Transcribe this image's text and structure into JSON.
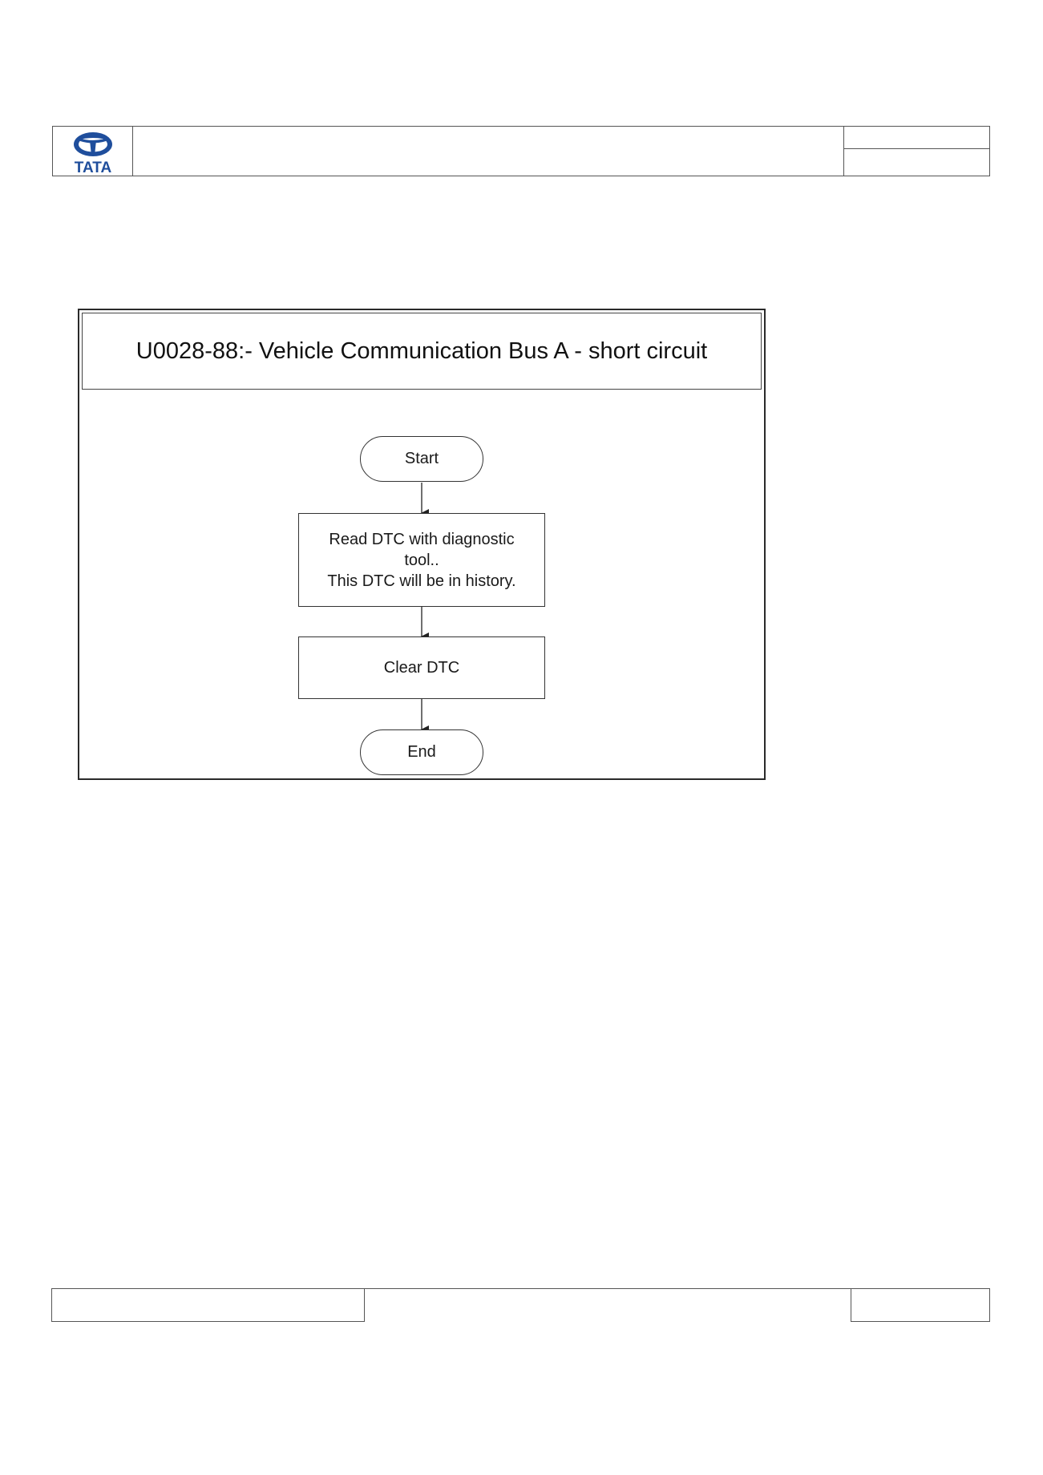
{
  "header": {
    "logo_text": "TATA"
  },
  "flowchart": {
    "title": "U0028-88:- Vehicle Communication Bus A - short circuit",
    "start_label": "Start",
    "step1_lines": [
      "Read DTC with diagnostic",
      "tool..",
      "This DTC will be in history."
    ],
    "step2_label": "Clear DTC",
    "end_label": "End"
  },
  "colors": {
    "logo_blue": "#1f4e9c",
    "border": "#555555"
  }
}
